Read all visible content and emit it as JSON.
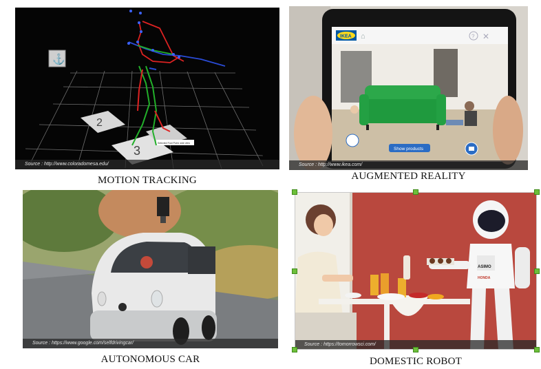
{
  "panels": {
    "motion": {
      "caption": "MOTION TRACKING",
      "source": "Source : http://www.coloradomesa.edu/",
      "floor_numbers": [
        "2",
        "3"
      ],
      "tag_label": "Selected Foot Point, side view"
    },
    "ar": {
      "caption": "AUGMENTED REALITY",
      "source": "Source : http://www.ikea.com/",
      "brand": "IKEA",
      "show_products": "Show products"
    },
    "car": {
      "caption": "AUTONOMOUS CAR",
      "source": "Source : https://www.google.com/selfdrivingcar/"
    },
    "robot": {
      "caption": "DOMESTIC ROBOT",
      "source": "Source : https://tomorrowsci.com/",
      "robot_text": "ASIMO",
      "robot_brand": "HONDA"
    }
  },
  "colors": {
    "selection_handle": "#6dbf3a",
    "motion_bg": "#050505",
    "ikea_blue": "#0058a3",
    "ikea_yellow": "#ffda1a",
    "sofa_green": "#2ca84a",
    "robot_wall": "#b9483e"
  }
}
